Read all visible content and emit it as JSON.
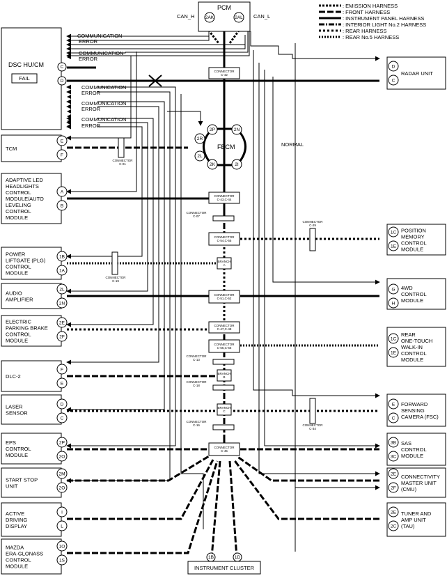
{
  "legend": [
    {
      "style": "em",
      "label": ": EMISSION HARNESS"
    },
    {
      "style": "fr",
      "label": ": FRONT HARNESS"
    },
    {
      "style": "ip",
      "label": ": INSTRUMENT PANEL HARNESS"
    },
    {
      "style": "il",
      "label": ": INTERIOR LIGHT No.2 HARNESS"
    },
    {
      "style": "re",
      "label": ": REAR HARNESS"
    },
    {
      "style": "r5",
      "label": ": REAR No.5 HARNESS"
    }
  ],
  "pcm": {
    "label": "PCM",
    "can_h": "CAN_H",
    "can_l": "CAN_L",
    "pin_left": "2AK",
    "pin_right": "2AL"
  },
  "dsc": {
    "label": "DSC HU/CM",
    "fail": "FAIL",
    "pin_c": "C",
    "pin_d": "D"
  },
  "comm": {
    "communication": "COMMUNICATION",
    "error": "ERROR",
    "normal": "NORMAL"
  },
  "fbcm": {
    "label": "FBCM",
    "p2p": "2P",
    "p2n": "2N",
    "p2r": "2R",
    "p2l": "2L",
    "p2k": "2K",
    "p2i": "2I"
  },
  "connectors": {
    "c42": "CONNECTOR\nC-42",
    "c01": "CONNECTOR\nC-01",
    "c4344": "CONNECTOR\nC-43,C-44",
    "c07": "CONNECTOR\nC-07",
    "c29": "CONNECTOR\nC-29",
    "c5455": "CONNECTOR\nC-54,C-55",
    "branchA": "BRANCH\nA",
    "c19": "CONNECTOR\nC-19",
    "c5152": "CONNECTOR\nC-51,C-52",
    "c4748": "CONNECTOR\nC-47,C-48",
    "c6566": "CONNECTOR\nC-65,C-66",
    "c13": "CONNECTOR\nC-13",
    "branchB": "BRANCH\nB",
    "c18": "CONNECTOR\nC-18",
    "branchC": "BRANCH\nC",
    "c34": "CONNECTOR\nC-34",
    "c16": "CONNECTOR\nC-16",
    "c45": "CONNECTOR\nC-45"
  },
  "left_modules": [
    {
      "name": "TCM",
      "pins": [
        "E",
        "F"
      ]
    },
    {
      "name": "ADAPTIVE LED\nHEADLIGHTS\nCONTROL\nMODULE/AUTO\nLEVELING\nCONTROL\nMODULE",
      "pins": [
        "A",
        "B"
      ]
    },
    {
      "name": "POWER\nLIFTGATE (PLG)\nCONTROL\nMODULE",
      "pins": [
        "1B",
        "1A"
      ]
    },
    {
      "name": "AUDIO\nAMPLIFIER",
      "pins": [
        "2L",
        "2N"
      ]
    },
    {
      "name": "ELECTRIC\nPARKING BRAKE\nCONTROL\nMODULE",
      "pins": [
        "2E",
        "2F"
      ]
    },
    {
      "name": "DLC-2",
      "pins": [
        "F",
        "E"
      ]
    },
    {
      "name": "LASER\nSENSOR",
      "pins": [
        "D",
        "C"
      ]
    },
    {
      "name": "EPS\nCONTROL\nMODULE",
      "pins": [
        "2P",
        "2O"
      ]
    },
    {
      "name": "START STOP\nUNIT",
      "pins": [
        "2M",
        "2O"
      ]
    },
    {
      "name": "ACTIVE\nDRIVING\nDISPLAY",
      "pins": [
        "I",
        "L"
      ]
    },
    {
      "name": "MAZDA\nERA-GLONASS\nCONTROL\nMODULE",
      "pins": [
        "1O",
        "1S"
      ]
    }
  ],
  "right_modules": [
    {
      "name": "RADAR UNIT",
      "pins": [
        "D",
        "C"
      ]
    },
    {
      "name": "POSITION\nMEMORY\nCONTROL\nMODULE",
      "pins": [
        "1C",
        "1E"
      ]
    },
    {
      "name": "4WD\nCONTROL\nMODULE",
      "pins": [
        "G",
        "H"
      ]
    },
    {
      "name": "REAR\nONE-TOUCH\nWALK-IN\nCONTROL\nMODULE",
      "pins": [
        "1C",
        "1E"
      ]
    },
    {
      "name": "FORWARD\nSENSING\nCAMERA (FSC)",
      "pins": [
        "E",
        "C"
      ]
    },
    {
      "name": "SAS\nCONTROL\nMODULE",
      "pins": [
        "3B",
        "3C"
      ]
    },
    {
      "name": "CONNECTIVITY\nMASTER UNIT\n(CMU)",
      "pins": [
        "2E",
        "2F"
      ]
    },
    {
      "name": "TUNER AND\nAMP UNIT\n(TAU)",
      "pins": [
        "2E",
        "2C"
      ]
    }
  ],
  "cluster": {
    "label": "INSTRUMENT CLUSTER",
    "pins": [
      "1B",
      "1D"
    ]
  }
}
